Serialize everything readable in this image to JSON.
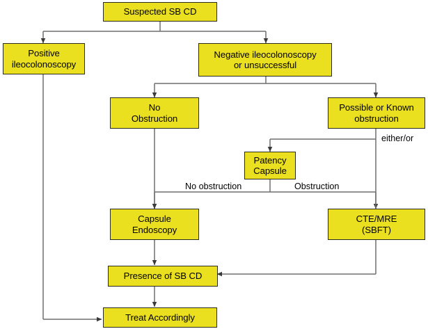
{
  "diagram": {
    "title": "Suspected SB CD diagnostic algorithm",
    "colors": {
      "node_fill": "#ebe01f",
      "node_border": "#2b2b1a",
      "connector": "#6e6e6e",
      "background": "#ffffff",
      "text": "#000000"
    },
    "nodes": [
      {
        "id": "suspected",
        "label": "Suspected SB CD"
      },
      {
        "id": "positive",
        "label": "Positive\nileocolonoscopy",
        "line1": "Positive",
        "line2": "ileocolonoscopy"
      },
      {
        "id": "negative",
        "label": "Negative ileocolonoscopy\nor unsuccessful",
        "line1": "Negative ileocolonoscopy",
        "line2": "or unsuccessful"
      },
      {
        "id": "no_obstruction",
        "label": "No\nObstruction",
        "line1": "No",
        "line2": "Obstruction"
      },
      {
        "id": "possible_known",
        "label": "Possible or Known\nobstruction",
        "line1": "Possible or Known",
        "line2": "obstruction"
      },
      {
        "id": "patency_capsule",
        "label": "Patency\nCapsule",
        "line1": "Patency",
        "line2": "Capsule"
      },
      {
        "id": "capsule_endo",
        "label": "Capsule\nEndoscopy",
        "line1": "Capsule",
        "line2": "Endoscopy"
      },
      {
        "id": "cte_mre",
        "label": "CTE/MRE\n(SBFT)",
        "line1": "CTE/MRE",
        "line2": "(SBFT)"
      },
      {
        "id": "presence",
        "label": "Presence of SB CD"
      },
      {
        "id": "treat",
        "label": "Treat Accordingly"
      }
    ],
    "edge_labels": [
      {
        "id": "either_or",
        "text": "either/or"
      },
      {
        "id": "no_obstruction",
        "text": "No obstruction"
      },
      {
        "id": "obstruction",
        "text": "Obstruction"
      }
    ]
  }
}
